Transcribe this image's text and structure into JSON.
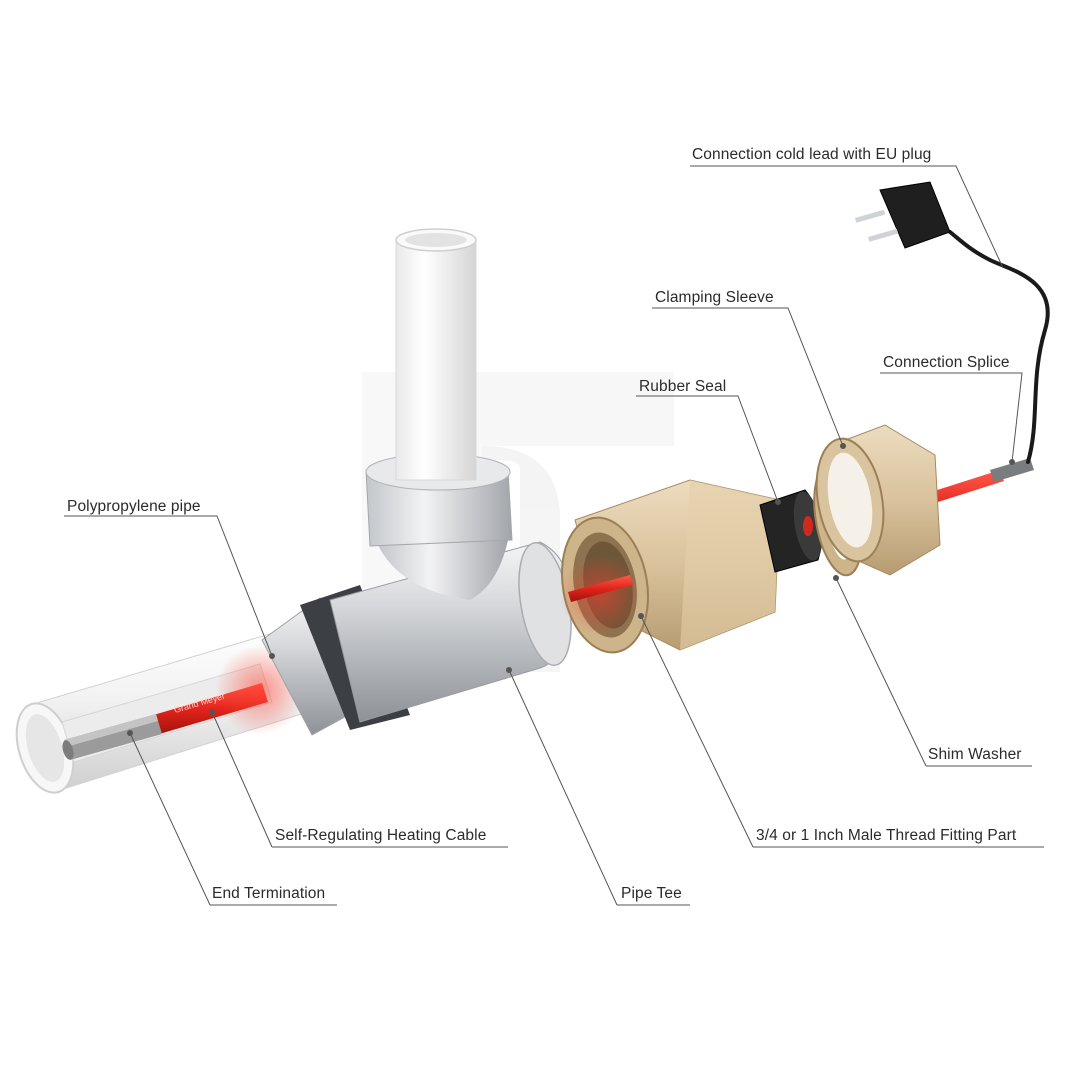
{
  "diagram": {
    "labels": {
      "eu_plug": "Connection cold lead with EU plug",
      "clamping_sleeve": "Clamping Sleeve",
      "connection_splice": "Connection Splice",
      "rubber_seal": "Rubber Seal",
      "polypropylene_pipe": "Polypropylene pipe",
      "shim_washer": "Shim Washer",
      "heating_cable": "Self-Regulating Heating Cable",
      "thread_fitting": "3/4 or 1 Inch Male Thread Fitting Part",
      "end_termination": "End Termination",
      "pipe_tee": "Pipe Tee"
    },
    "cable_print": "Grand Meyer",
    "colors": {
      "heating_cable": "#e3241b",
      "brass": "#d9c29c",
      "pipe_white": "#f4f4f4",
      "chrome": "#c9ccd0",
      "cold_lead": "#1a1a1a",
      "label_text": "#2b2b2b",
      "leader_line": "#555555"
    }
  }
}
